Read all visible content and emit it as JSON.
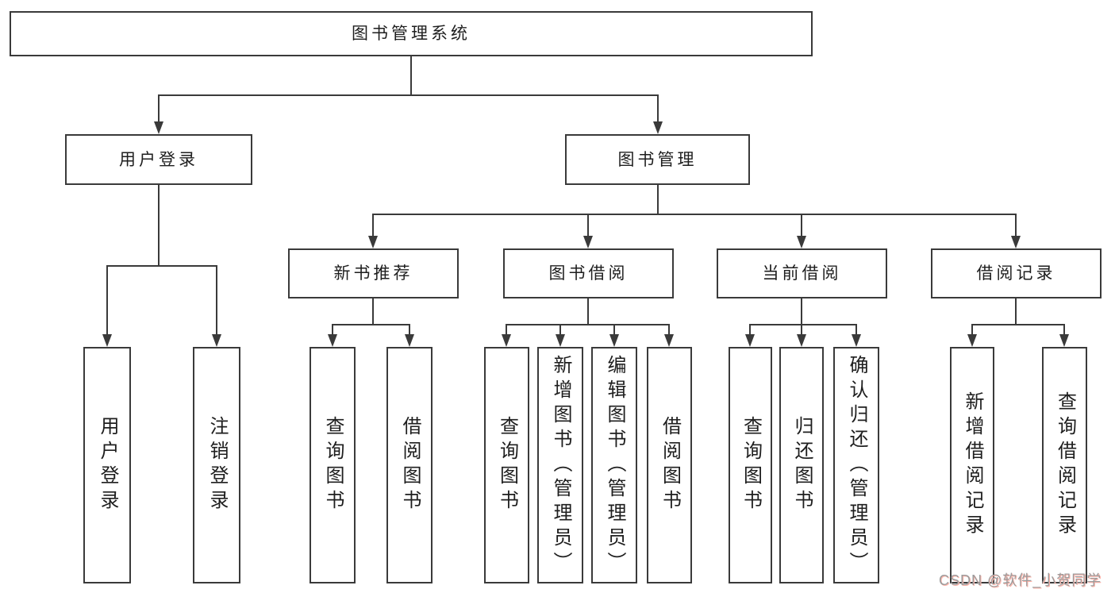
{
  "diagram": {
    "root": "图书管理系统",
    "level2": {
      "user_login": {
        "label": "用户登录",
        "children": [
          "用户登录",
          "注销登录"
        ]
      },
      "book_mgmt": {
        "label": "图书管理",
        "sections": {
          "new_book": {
            "label": "新书推荐",
            "children": [
              "查询图书",
              "借阅图书"
            ]
          },
          "borrow": {
            "label": "图书借阅",
            "children": [
              "查询图书",
              "新增图书（管理员）",
              "编辑图书（管理员）",
              "借阅图书"
            ]
          },
          "current": {
            "label": "当前借阅",
            "children": [
              "查询图书",
              "归还图书",
              "确认归还（管理员）"
            ]
          },
          "records": {
            "label": "借阅记录",
            "children": [
              "新增借阅记录",
              "查询借阅记录"
            ]
          }
        }
      }
    }
  },
  "watermark": "CSDN @软件_小贺同学",
  "colors": {
    "canvas": "#ffffff",
    "line": "#3a3a3a",
    "text": "#1e1e1e",
    "watermark": "#9c9c9c",
    "watermark_shadow": "#ffb4aa"
  }
}
